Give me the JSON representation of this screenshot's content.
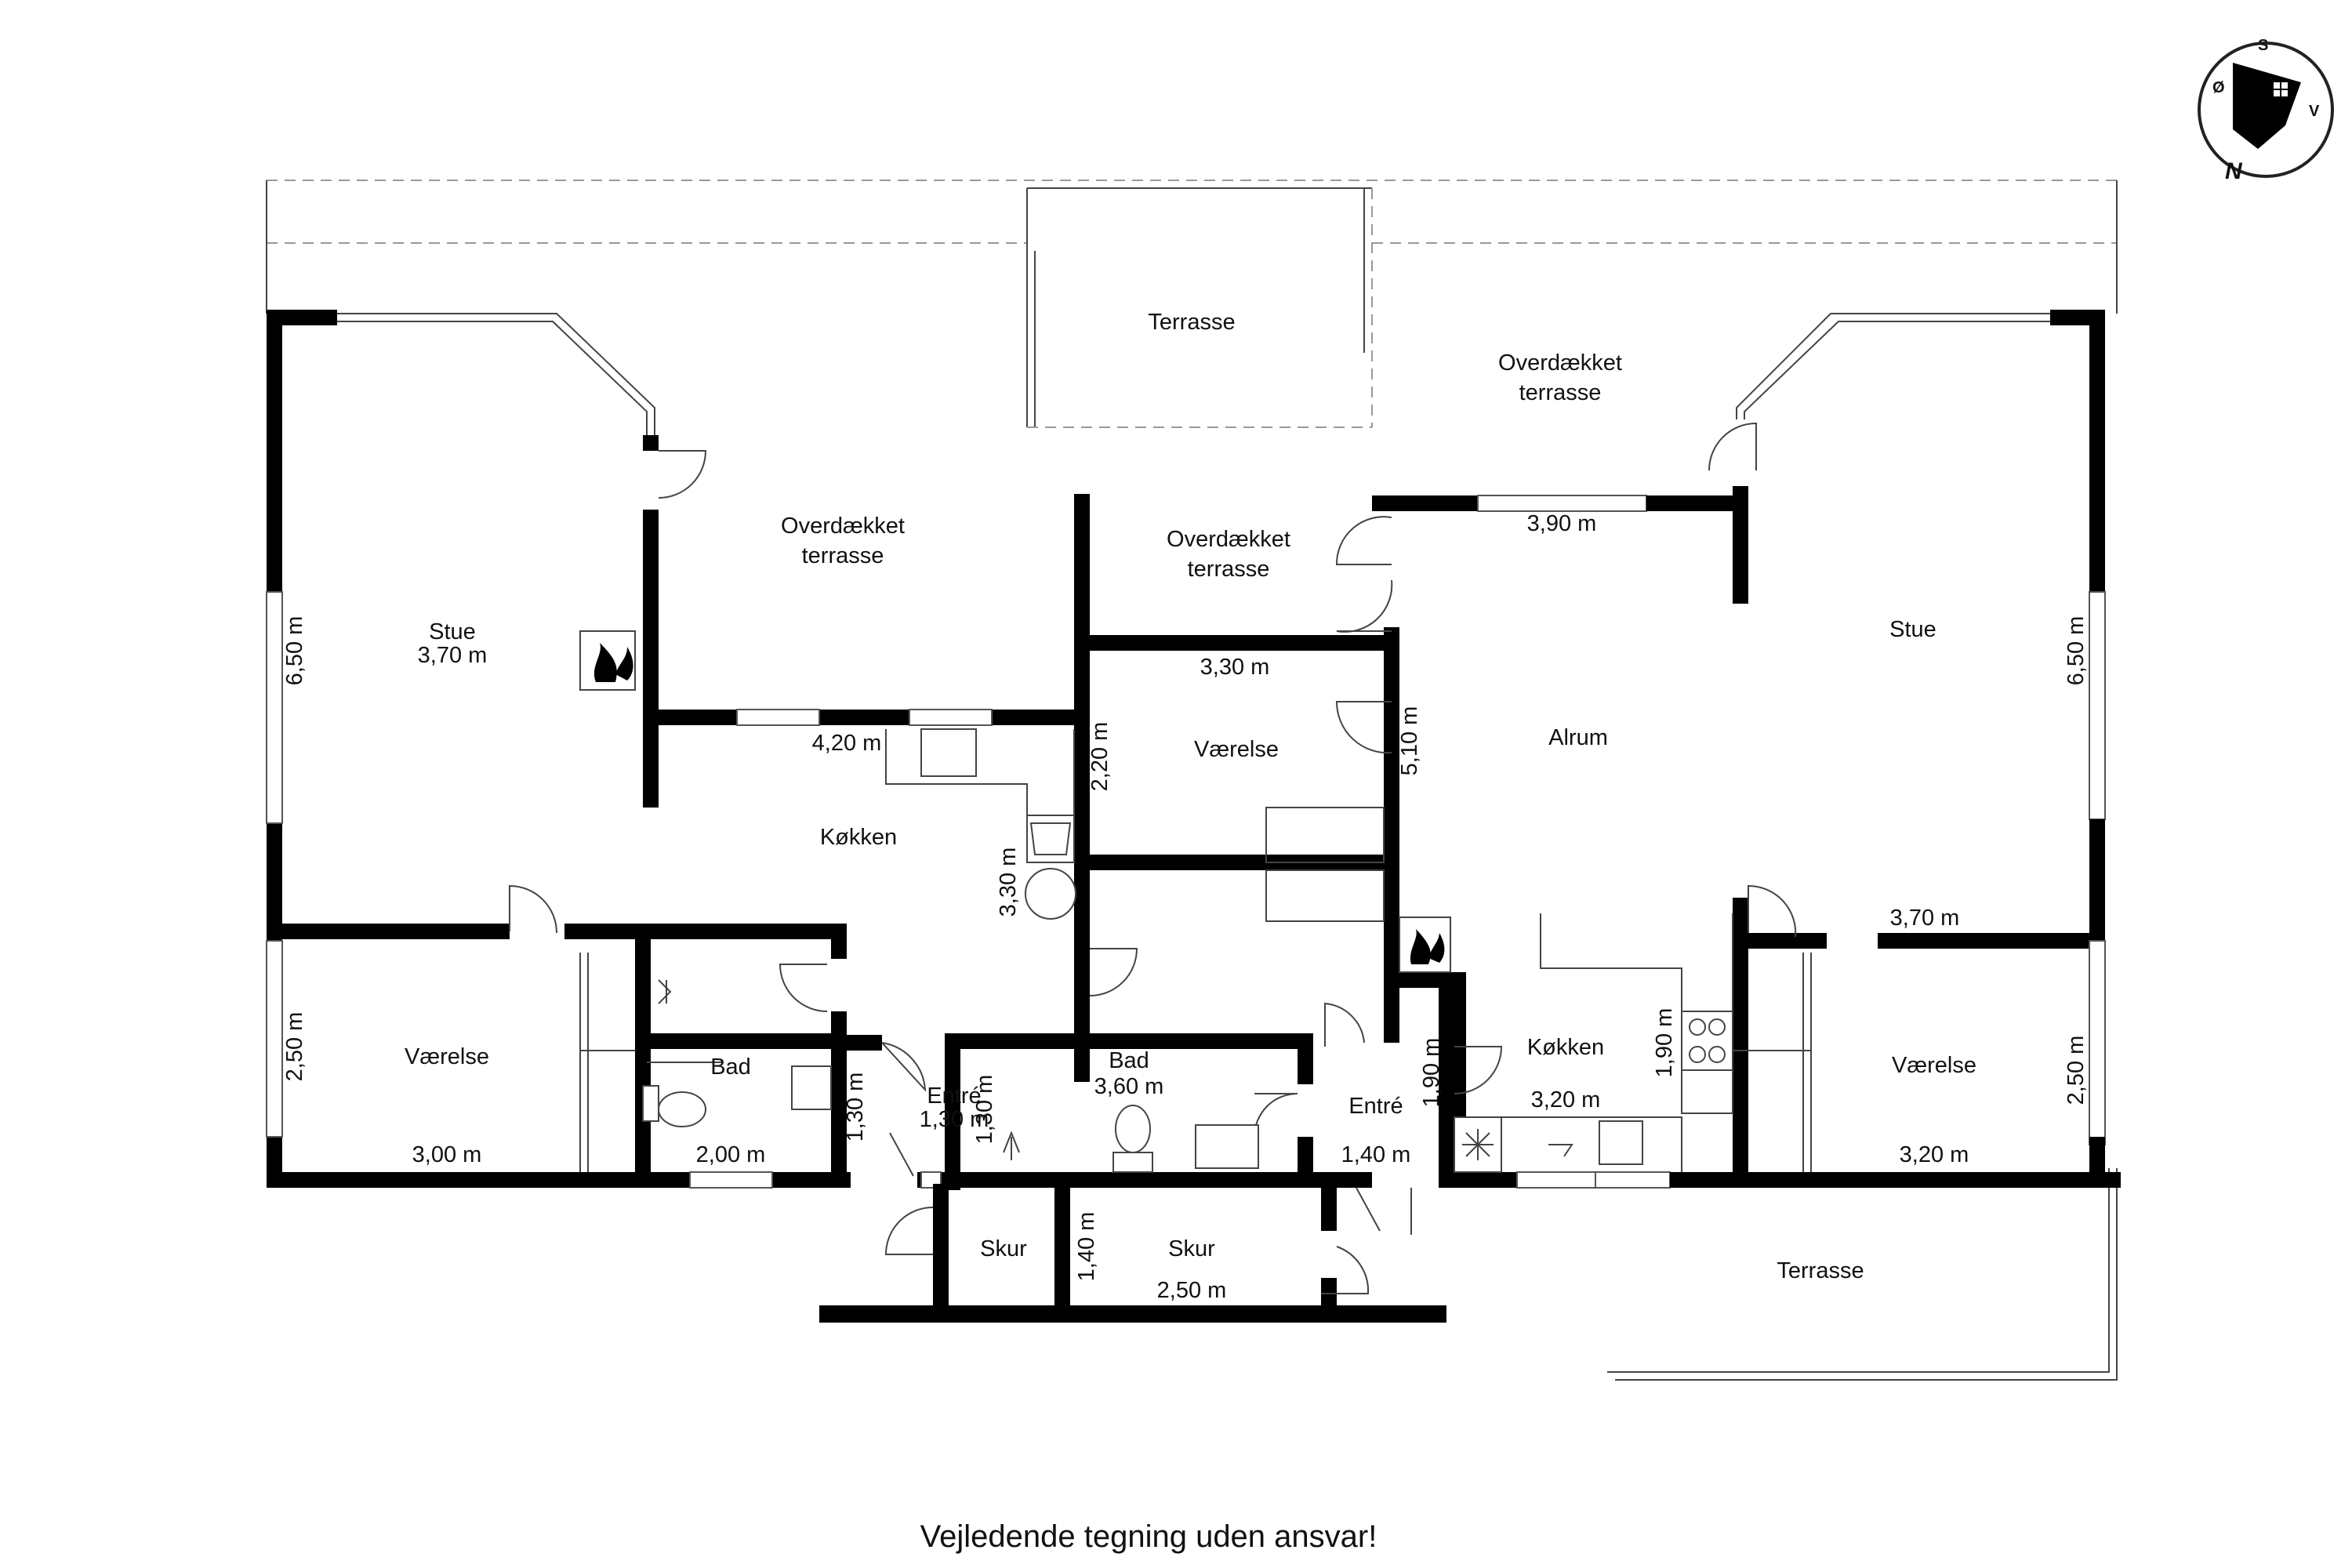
{
  "rooms": {
    "terrasse_top": "Terrasse",
    "overdaekket_top_line1": "Overdækket",
    "overdaekket_top_line2": "terrasse",
    "overdaekket_left_line1": "Overdækket",
    "overdaekket_left_line2": "terrasse",
    "overdaekket_mid_line1": "Overdækket",
    "overdaekket_mid_line2": "terrasse",
    "stue_left": "Stue",
    "stue_left_dim": "3,70 m",
    "koekken_left": "Køkken",
    "vaerelse_mid": "Værelse",
    "alrum": "Alrum",
    "stue_right": "Stue",
    "vaerelse_left": "Værelse",
    "bad_left": "Bad",
    "entre_left": "Entré",
    "entre_left_dim": "1,30 m",
    "bad_mid": "Bad",
    "bad_mid_dim": "3,60 m",
    "entre_right": "Entré",
    "koekken_right": "Køkken",
    "koekken_right_dim": "3,20 m",
    "vaerelse_right": "Værelse",
    "skur_left": "Skur",
    "skur_right": "Skur",
    "skur_right_dim": "2,50 m",
    "terrasse_bottom": "Terrasse"
  },
  "dimensions": {
    "d_390": "3,90 m",
    "d_330_top": "3,30 m",
    "d_420": "4,20 m",
    "d_220": "2,20 m",
    "d_510": "5,10 m",
    "d_330_side": "3,30 m",
    "d_650_left": "6,50 m",
    "d_650_right": "6,50 m",
    "d_370_right": "3,70 m",
    "d_250_left": "2,50 m",
    "d_250_right": "2,50 m",
    "d_300": "3,00 m",
    "d_200": "2,00 m",
    "d_130_a": "1,30 m",
    "d_130_b": "1,30 m",
    "d_190_a": "1,90 m",
    "d_190_b": "1,90 m",
    "d_140_entre": "1,40 m",
    "d_140_skur": "1,40 m",
    "d_320_right": "3,20 m"
  },
  "compass": {
    "n": "N",
    "s": "S",
    "o": "Ø",
    "v": "V"
  },
  "footer": "Vejledende tegning uden ansvar!",
  "icons": [
    "fireplace-icon",
    "compass-icon",
    "toilet-icon",
    "sink-icon",
    "stove-icon",
    "freezer-icon",
    "washer-icon"
  ],
  "colors": {
    "wall": "#000000",
    "line": "#444444",
    "background": "#ffffff"
  }
}
